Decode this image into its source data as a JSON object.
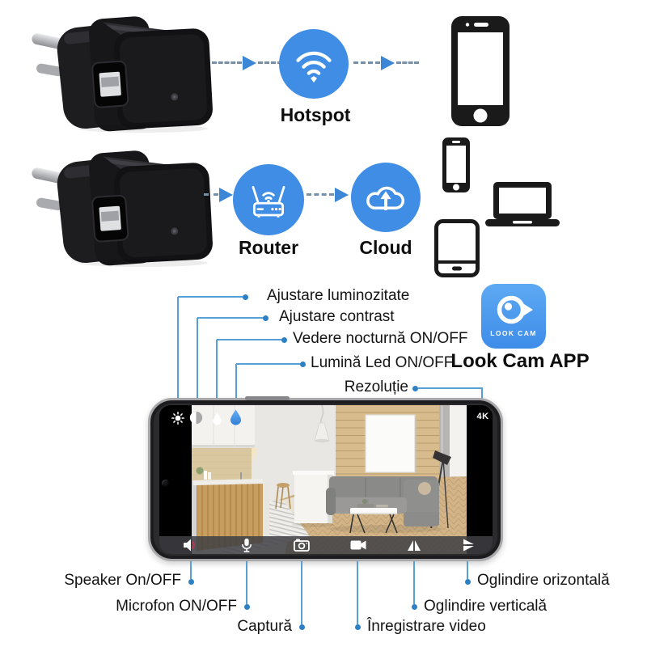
{
  "colors": {
    "accent_blue": "#3f8de4",
    "app_icon_blue": "#55a3f0",
    "leader_line_blue": "#57a0d6",
    "leader_dot_blue": "#2d80c3",
    "dash_gray_blue": "#7490aa",
    "arrowhead_blue": "#3c86d8",
    "speaker_accent_red": "#b3394e"
  },
  "flow_top": {
    "node_label": "Hotspot"
  },
  "flow_mid": {
    "router_label": "Router",
    "cloud_label": "Cloud"
  },
  "app": {
    "icon_caption": "LOOK CAM",
    "label": "Look Cam APP"
  },
  "screen": {
    "resolution_badge": "4K"
  },
  "callouts": {
    "brightness": "Ajustare luminozitate",
    "contrast": "Ajustare contrast",
    "night_vision": "Vedere nocturnă ON/OFF",
    "led_light": "Lumină Led ON/OFF",
    "resolution": "Rezoluție",
    "speaker": "Speaker On/OFF",
    "microphone": "Microfon ON/OFF",
    "capture": "Captură",
    "record": "Înregistrare video",
    "mirror_vertical": "Oglindire verticală",
    "mirror_horizontal": "Oglindire orizontală"
  },
  "icons": {
    "flow": [
      "usb-charger",
      "wifi-hotspot",
      "smartphone",
      "router",
      "cloud-upload",
      "tablet",
      "laptop"
    ],
    "screen_top": [
      "brightness-sun",
      "contrast-half-circle",
      "night-vision-drop",
      "led-drop"
    ],
    "screen_bottom": [
      "speaker",
      "microphone",
      "photo-camera",
      "video-camera",
      "mirror-vertical",
      "mirror-horizontal"
    ]
  }
}
